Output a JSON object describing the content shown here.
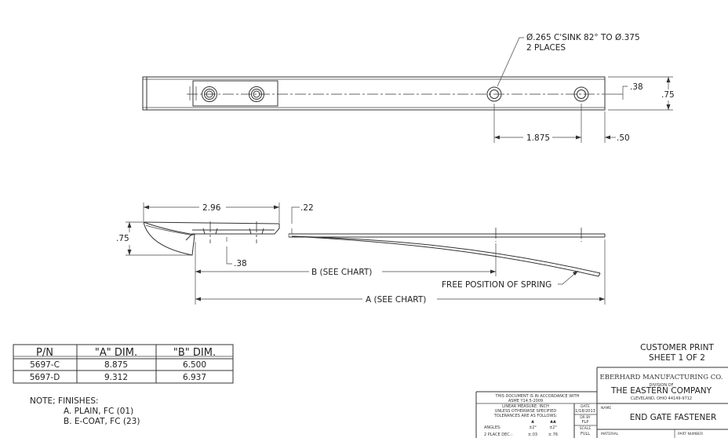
{
  "notes": {
    "csink": "Ø.265 C'SINK 82° TO Ø.375",
    "places": "2 PLACES",
    "free_position": "FREE POSITION OF SPRING",
    "note_title": "NOTE; FINISHES:",
    "finish_a": "A. PLAIN, FC (01)",
    "finish_b": "B. E-COAT, FC (23)"
  },
  "dimensions": {
    "d_38_top": ".38",
    "d_75_top": ".75",
    "d_1875": "1.875",
    "d_50": ".50",
    "d_296": "2.96",
    "d_22": ".22",
    "d_75_side": ".75",
    "d_38_side": ".38",
    "dim_b": "B (SEE CHART)",
    "dim_a": "A (SEE CHART)"
  },
  "parts_table": {
    "headers": [
      "P/N",
      "\"A\" DIM.",
      "\"B\" DIM."
    ],
    "rows": [
      [
        "5697-C",
        "8.875",
        "6.500"
      ],
      [
        "5697-D",
        "9.312",
        "6.937"
      ]
    ]
  },
  "title_block": {
    "customer_print": "CUSTOMER PRINT",
    "sheet": "SHEET 1 OF 2",
    "company": "EBERHARD MANUFACTURING CO.",
    "division": "DIVISION OF",
    "parent": "THE EASTERN COMPANY",
    "city": "CLEVELAND, OHIO 44149-9712",
    "name_label": "NAME",
    "part_name": "END GATE FASTENER",
    "asme_1": "THIS DOCUMENT IS IN ACCORDANCE WITH",
    "asme_2": "ASME Y14.5-2009",
    "linear": "LINEAR MEASURE: INCH",
    "tol_1": "UNLESS OTHERWISE SPECIFIED",
    "tol_2": "TOLERANCES ARE AS FOLLOWS:",
    "col_1": "▲",
    "col_2": "▲▲",
    "angles_label": "ANGLES:",
    "angles_1": "±2°",
    "angles_2": "±2°",
    "place2_label": "2 PLACE DEC.:",
    "place2_1": "±.03",
    "place2_2": "±.76",
    "date_label": "DATE",
    "date_value": "1/18/2013",
    "drawn_label": "DR BY",
    "drawn_value": "FLP",
    "scale_label": "SCALE",
    "scale_value": "FULL",
    "material_label": "MATERIAL",
    "part_number_label": "PART NUMBER"
  }
}
